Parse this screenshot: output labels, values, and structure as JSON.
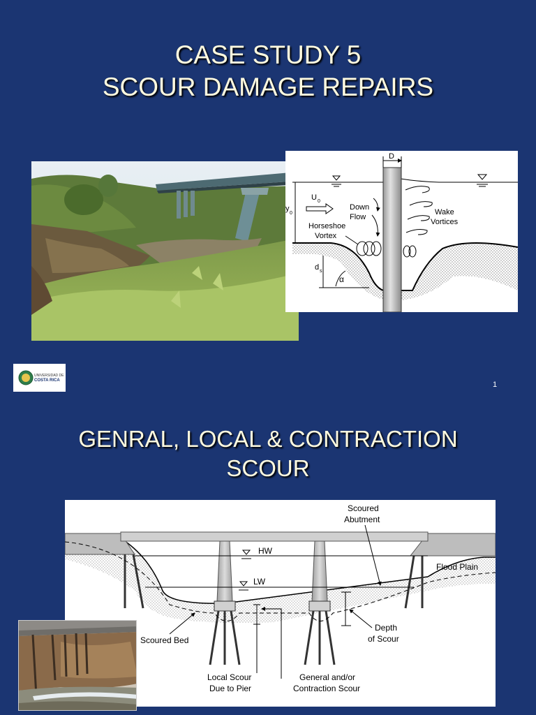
{
  "slide1": {
    "title_line1": "CASE STUDY 5",
    "title_line2": "SCOUR DAMAGE REPAIRS",
    "diagram": {
      "d_label": "D",
      "u_label": "U",
      "u_sub": "0",
      "y_label": "y",
      "y_sub": "0",
      "down_flow_1": "Down",
      "down_flow_2": "Flow",
      "wake_1": "Wake",
      "wake_2": "Vortices",
      "horseshoe_1": "Horseshoe",
      "horseshoe_2": "Vortex",
      "ds_label": "d",
      "ds_sub": "s",
      "alpha": "α"
    },
    "logo": {
      "line1": "UNIVERSIDAD DE",
      "line2": "COSTA RICA"
    },
    "page_number": "1"
  },
  "slide2": {
    "title_line1": "GENRAL, LOCAL & CONTRACTION",
    "title_line2": "SCOUR",
    "diagram": {
      "scoured_abutment_1": "Scoured",
      "scoured_abutment_2": "Abutment",
      "hw": "HW",
      "lw": "LW",
      "flood_plain": "Flood Plain",
      "scoured_bed": "Scoured Bed",
      "depth_1": "Depth",
      "depth_2": "of Scour",
      "local_1": "Local Scour",
      "local_2": "Due to Pier",
      "general_1": "General and/or",
      "general_2": "Contraction Scour"
    }
  },
  "colors": {
    "background": "#1b3572",
    "title_text": "#fffbe0"
  }
}
